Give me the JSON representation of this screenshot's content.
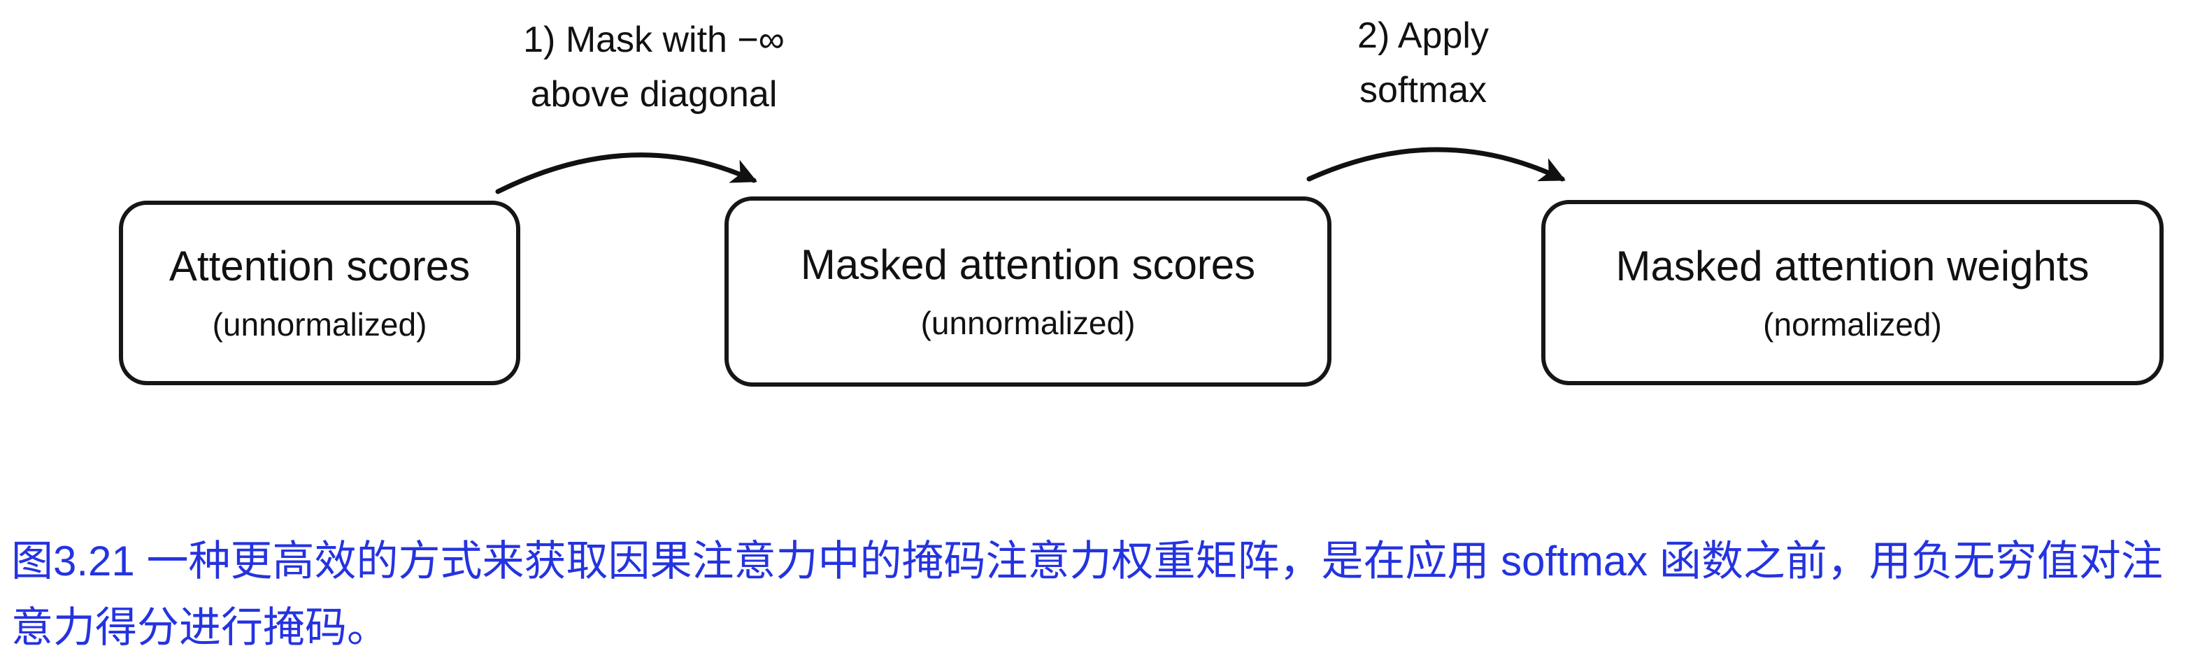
{
  "diagram": {
    "boxes": [
      {
        "title": "Attention scores",
        "subtitle": "(unnormalized)"
      },
      {
        "title": "Masked attention scores",
        "subtitle": "(unnormalized)"
      },
      {
        "title": "Masked attention weights",
        "subtitle": "(normalized)"
      }
    ],
    "arrows": [
      {
        "label_line1": "1) Mask with −∞",
        "label_line2": "above diagonal"
      },
      {
        "label_line1": "2) Apply",
        "label_line2": "softmax"
      }
    ]
  },
  "caption": {
    "text": "图3.21 一种更高效的方式来获取因果注意力中的掩码注意力权重矩阵，是在应用 softmax 函数之前，用负无穷值对注意力得分进行掩码。"
  },
  "colors": {
    "caption_blue": "#2433e0",
    "ink": "#111111"
  }
}
